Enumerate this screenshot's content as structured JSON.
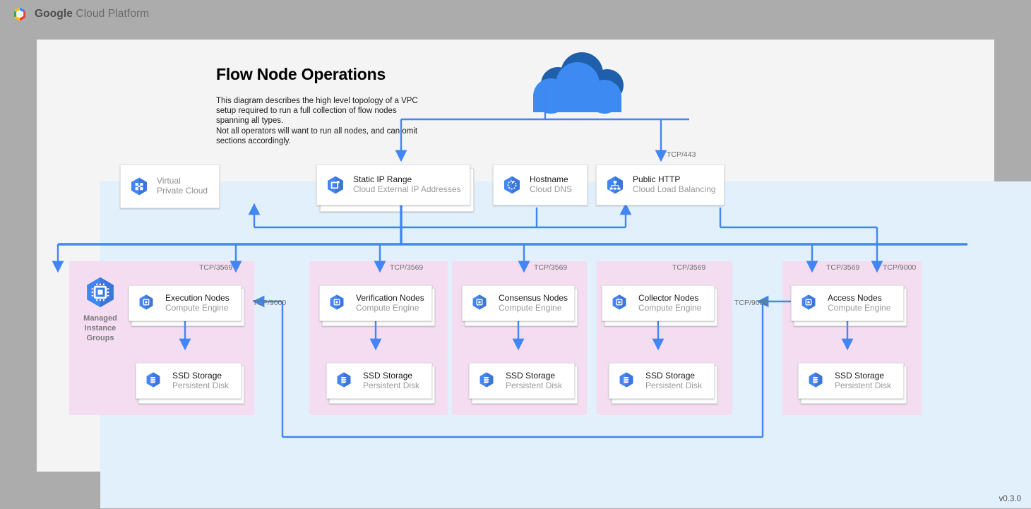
{
  "header": {
    "brand_bold": "Google",
    "brand_rest": " Cloud Platform",
    "logo_icon": "google-cloud-hexagon-logo"
  },
  "diagram": {
    "title": "Flow Node Operations",
    "description": "This diagram describes the high level topology of a VPC setup required to run a full collection of flow nodes spanning all types.\nNot all operators will want to run all nodes, and can omit sections accordingly.",
    "internet_cloud_icon": "cloud-icon"
  },
  "colors": {
    "page_bg": "#acacac",
    "canvas_bg": "#f4f4f4",
    "vpc_region": "#e1f0fb",
    "group_region": "#f4ddf1",
    "wire": "#4285f4",
    "gcp_icon_blue": "#4285f4",
    "cloud_front": "#3d8bf2",
    "cloud_back": "#1f5fab",
    "node_title": "#1a1a1a",
    "node_sub": "#9a9a9a",
    "port_label": "#6e6e6e"
  },
  "top_nodes": [
    {
      "id": "vpc",
      "title": "Virtual",
      "title2": "Private Cloud",
      "subtitle": "",
      "icon": "virtual-private-cloud-icon",
      "muted": true,
      "stacked": false
    },
    {
      "id": "static-ip",
      "title": "Static IP Range",
      "title2": "",
      "subtitle": "Cloud External IP Addresses",
      "icon": "external-ip-icon",
      "muted": false,
      "stacked": true
    },
    {
      "id": "hostname",
      "title": "Hostname",
      "title2": "",
      "subtitle": "Cloud DNS",
      "icon": "cloud-dns-icon",
      "muted": false,
      "stacked": false
    },
    {
      "id": "public-http",
      "title": "Public HTTP",
      "title2": "",
      "subtitle": "Cloud Load Balancing",
      "icon": "load-balancing-icon",
      "muted": false,
      "stacked": false
    }
  ],
  "group_label": "Managed\nInstance\nGroups",
  "group_label_icon": "managed-instance-group-icon",
  "node_groups": [
    {
      "id": "execution",
      "compute_title": "Execution Nodes",
      "compute_sub": "Compute Engine",
      "storage_title": "SSD Storage",
      "storage_sub": "Persistent Disk",
      "compute_icon": "compute-engine-icon",
      "storage_icon": "persistent-disk-icon",
      "inbound_label": "TCP/3569"
    },
    {
      "id": "verification",
      "compute_title": "Verification Nodes",
      "compute_sub": "Compute Engine",
      "storage_title": "SSD Storage",
      "storage_sub": "Persistent Disk",
      "compute_icon": "compute-engine-icon",
      "storage_icon": "persistent-disk-icon",
      "inbound_label": "TCP/3569"
    },
    {
      "id": "consensus",
      "compute_title": "Consensus Nodes",
      "compute_sub": "Compute Engine",
      "storage_title": "SSD Storage",
      "storage_sub": "Persistent Disk",
      "compute_icon": "compute-engine-icon",
      "storage_icon": "persistent-disk-icon",
      "inbound_label": "TCP/3569"
    },
    {
      "id": "collector",
      "compute_title": "Collector Nodes",
      "compute_sub": "Compute Engine",
      "storage_title": "SSD Storage",
      "storage_sub": "Persistent Disk",
      "compute_icon": "compute-engine-icon",
      "storage_icon": "persistent-disk-icon",
      "inbound_label": "TCP/3569"
    },
    {
      "id": "access",
      "compute_title": "Access Nodes",
      "compute_sub": "Compute Engine",
      "storage_title": "SSD Storage",
      "storage_sub": "Persistent Disk",
      "compute_icon": "compute-engine-icon",
      "storage_icon": "persistent-disk-icon",
      "inbound_label": "TCP/3569"
    }
  ],
  "port_labels": {
    "tcp443": "TCP/443",
    "tcp9000_access_in": "TCP/9000",
    "tcp9000_collector_in": "TCP/9000",
    "tcp9000_execution_in": "TCP/9000"
  },
  "footer": {
    "version": "v0.3.0"
  }
}
